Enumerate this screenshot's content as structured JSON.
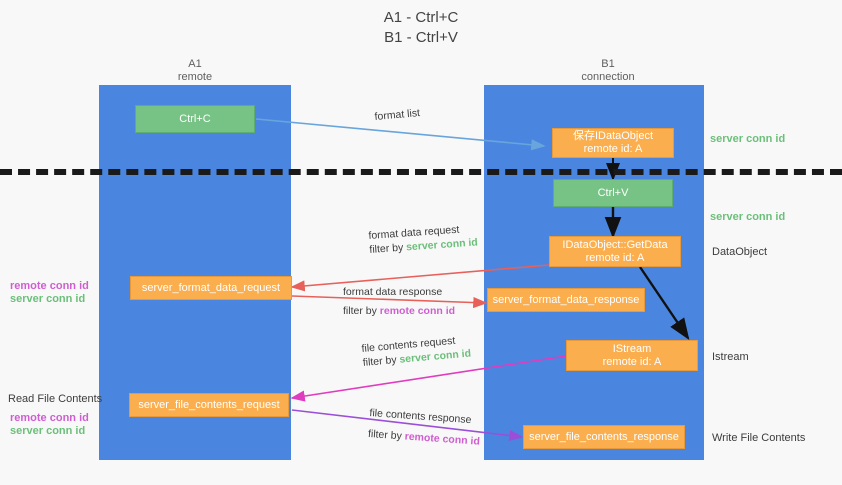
{
  "title": {
    "line1": "A1 - Ctrl+C",
    "line2": "B1 - Ctrl+V"
  },
  "columns": [
    {
      "name": "A1",
      "role": "remote"
    },
    {
      "name": "B1",
      "role": "connection"
    }
  ],
  "colors": {
    "lane": "#4a86e0",
    "green_node": "#77c386",
    "orange_node": "#fbae4d",
    "remote_conn_id": "#cf5ed0",
    "server_conn_id": "#6cbf7b",
    "divider": "#1a1a1a",
    "arrow_blue": "#68a5dd",
    "arrow_red": "#e8605a",
    "arrow_black": "#111111",
    "arrow_magenta": "#e03cc0",
    "arrow_purple": "#9b4fd8"
  },
  "nodes": {
    "ctrl_c": {
      "label": "Ctrl+C"
    },
    "save_idataobject": {
      "line1": "保存IDataObject",
      "line2": "remote id: A"
    },
    "ctrl_v": {
      "label": "Ctrl+V"
    },
    "getdata": {
      "line1": "IDataObject::GetData",
      "line2": "remote id: A"
    },
    "server_format_data_request": {
      "label": "server_format_data_request"
    },
    "server_format_data_response": {
      "label": "server_format_data_response"
    },
    "istream": {
      "line1": "IStream",
      "line2": "remote id: A"
    },
    "server_file_contents_request": {
      "label": "server_file_contents_request"
    },
    "server_file_contents_response": {
      "label": "server_file_contents_response"
    }
  },
  "edges": [
    {
      "id": "format-list",
      "label": "format list"
    },
    {
      "id": "format-data-request",
      "line1": "format data request",
      "filter_prefix": "filter by ",
      "filter_value": "server conn id"
    },
    {
      "id": "format-data-response",
      "line1": "format data response",
      "filter_prefix": "filter by ",
      "filter_value": "remote conn id"
    },
    {
      "id": "file-contents-request",
      "line1": "file contents request",
      "filter_prefix": "filter by ",
      "filter_value": "server conn id"
    },
    {
      "id": "file-contents-response",
      "line1": "file contents response",
      "filter_prefix": "filter by ",
      "filter_value": "remote conn id"
    }
  ],
  "right_labels": {
    "server_conn_id_top": "server conn id",
    "server_conn_id_mid": "server conn id",
    "dataobject": "DataObject",
    "istream": "Istream",
    "write_file_contents": "Write File Contents"
  },
  "left_labels": {
    "remote_conn_id_1": "remote conn id",
    "server_conn_id_1": "server conn id",
    "read_file_contents": "Read File Contents",
    "remote_conn_id_2": "remote conn id",
    "server_conn_id_2": "server conn id"
  }
}
